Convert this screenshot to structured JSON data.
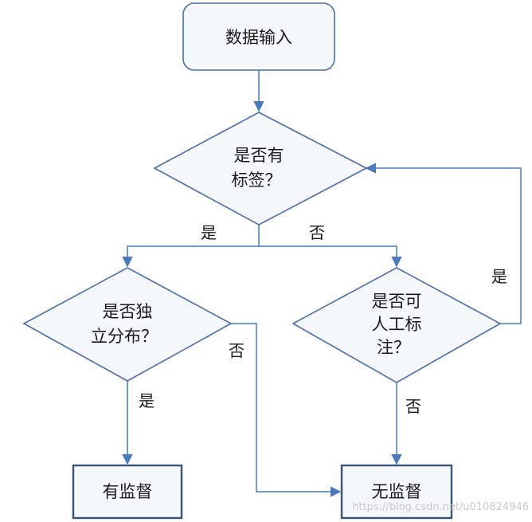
{
  "nodes": {
    "input": "数据输入",
    "has_label": [
      "是否有",
      "标签？"
    ],
    "iid": [
      "是否独",
      "立分布？"
    ],
    "can_label": [
      "是否可",
      "人工标",
      "注？"
    ],
    "supervised": "有监督",
    "unsupervised": "无监督"
  },
  "edges": {
    "has_label_yes": "是",
    "has_label_no": "否",
    "iid_yes": "是",
    "iid_no": "否",
    "can_label_yes": "是",
    "can_label_no": "否"
  },
  "colors": {
    "edge": "#4a7ab8",
    "node_border": "#4a6fa5",
    "terminal_border": "#3d5277",
    "node_fill": "#f6f7fb"
  },
  "watermark": "https://blog.csdn.net/u010824946"
}
